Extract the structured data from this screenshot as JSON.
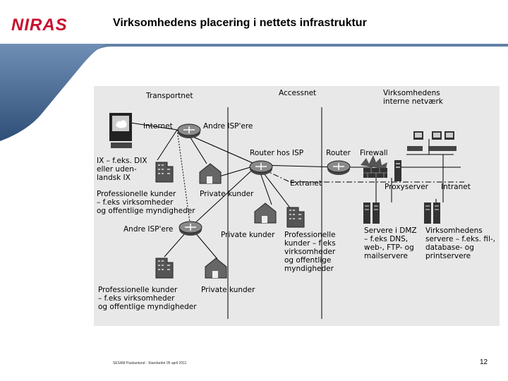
{
  "slide": {
    "logo": "NIRAS",
    "title": "Virksomhedens placering i nettets infrastruktur",
    "footer": "SESAM Pasbantund - Standardet 05 april 2011",
    "page_number": "12"
  },
  "diagram": {
    "sections": {
      "transport": "Transportnet",
      "access": "Accessnet",
      "company_1": "Virksomhedens",
      "company_2": "interne netværk"
    },
    "labels": {
      "internet": "Internet",
      "andre_isp_top": "Andre ISP'ere",
      "ix": [
        "IX – f.eks. DIX",
        "eller uden-",
        "landsk IX"
      ],
      "router_isp": "Router hos ISP",
      "router": "Router",
      "firewall": "Firewall",
      "extranet": "Extranet",
      "proxyserver": "Proxyserver",
      "intranet": "Intranet",
      "prof_top": [
        "Professionelle kunder",
        "– f.eks virksomheder",
        "og offentlige myndigheder"
      ],
      "private_top": "Private kunder",
      "andre_isp_bottom": "Andre ISP'ere",
      "private_mid": "Private kunder",
      "prof_mid": [
        "Professionelle",
        "kunder – f.eks",
        "virksomheder",
        "og offentlige",
        "myndigheder"
      ],
      "dmz": [
        "Servere i DMZ",
        "– f.eks DNS,",
        "web-, FTP- og",
        "mailservere"
      ],
      "company_servers": [
        "Virksomhedens",
        "servere – f.eks. fil-,",
        "database- og",
        "printservere"
      ],
      "prof_bottom": [
        "Professionelle kunder",
        "– f.eks virksomheder",
        "og offentlige myndigheder"
      ],
      "private_bottom": "Private kunder"
    }
  },
  "colors": {
    "brand_red": "#c8102e",
    "band_blue": "#5c7fa8",
    "diagram_bg": "#e8e8e8"
  }
}
